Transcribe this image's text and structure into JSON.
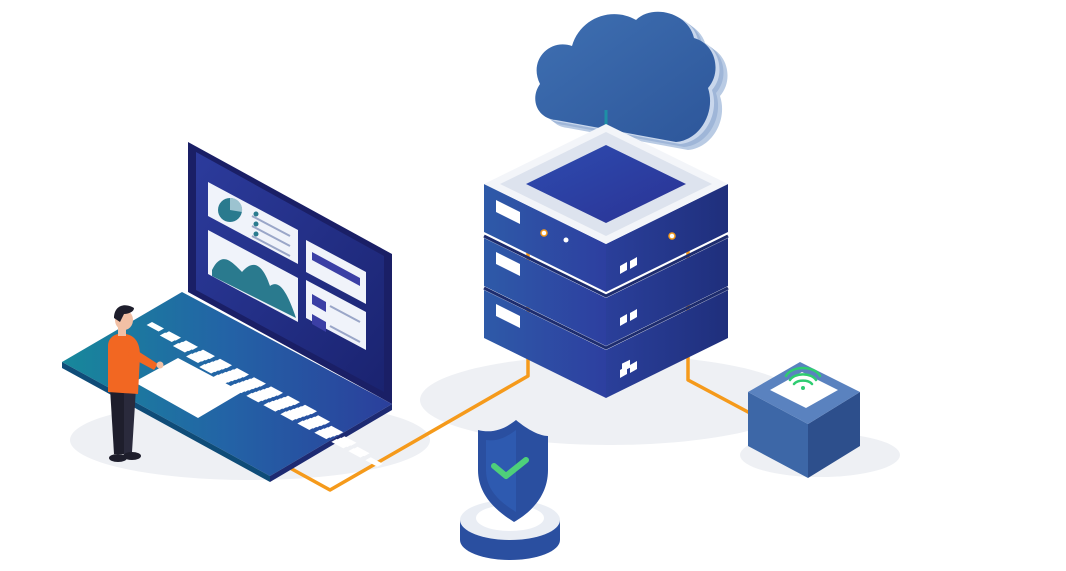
{
  "illustration": {
    "subject": "isometric-network",
    "components": [
      {
        "id": "cloud",
        "icon": "cloud-icon"
      },
      {
        "id": "server-stack",
        "icon": "server-icon",
        "units": 3
      },
      {
        "id": "laptop",
        "icon": "laptop-icon"
      },
      {
        "id": "person",
        "icon": "person-icon"
      },
      {
        "id": "security-shield",
        "icon": "shield-check-icon"
      },
      {
        "id": "wifi-box",
        "icon": "wifi-icon"
      }
    ]
  },
  "colors": {
    "background": "#ffffff",
    "cloud": "#3a67a8",
    "cloud_edge": "#a9c0de",
    "server_front": "#2f4fa0",
    "server_side": "#263d86",
    "server_top": "#f2f4f8",
    "server_screen": "#2b3fa6",
    "laptop_screen": "#2a2f8e",
    "laptop_base": "#1f5aa0",
    "laptop_teal": "#167f95",
    "key": "#ffffff",
    "cable": "#f59a1b",
    "shield": "#2a4fa0",
    "check": "#4ed07a",
    "wifi_box": "#3d67a7",
    "wifi_signal": "#2ecc71",
    "person_shirt": "#f26722",
    "person_dark": "#1e1e2c",
    "chart_accent": "#2a7a8e",
    "shadow": "#eef0f4"
  }
}
